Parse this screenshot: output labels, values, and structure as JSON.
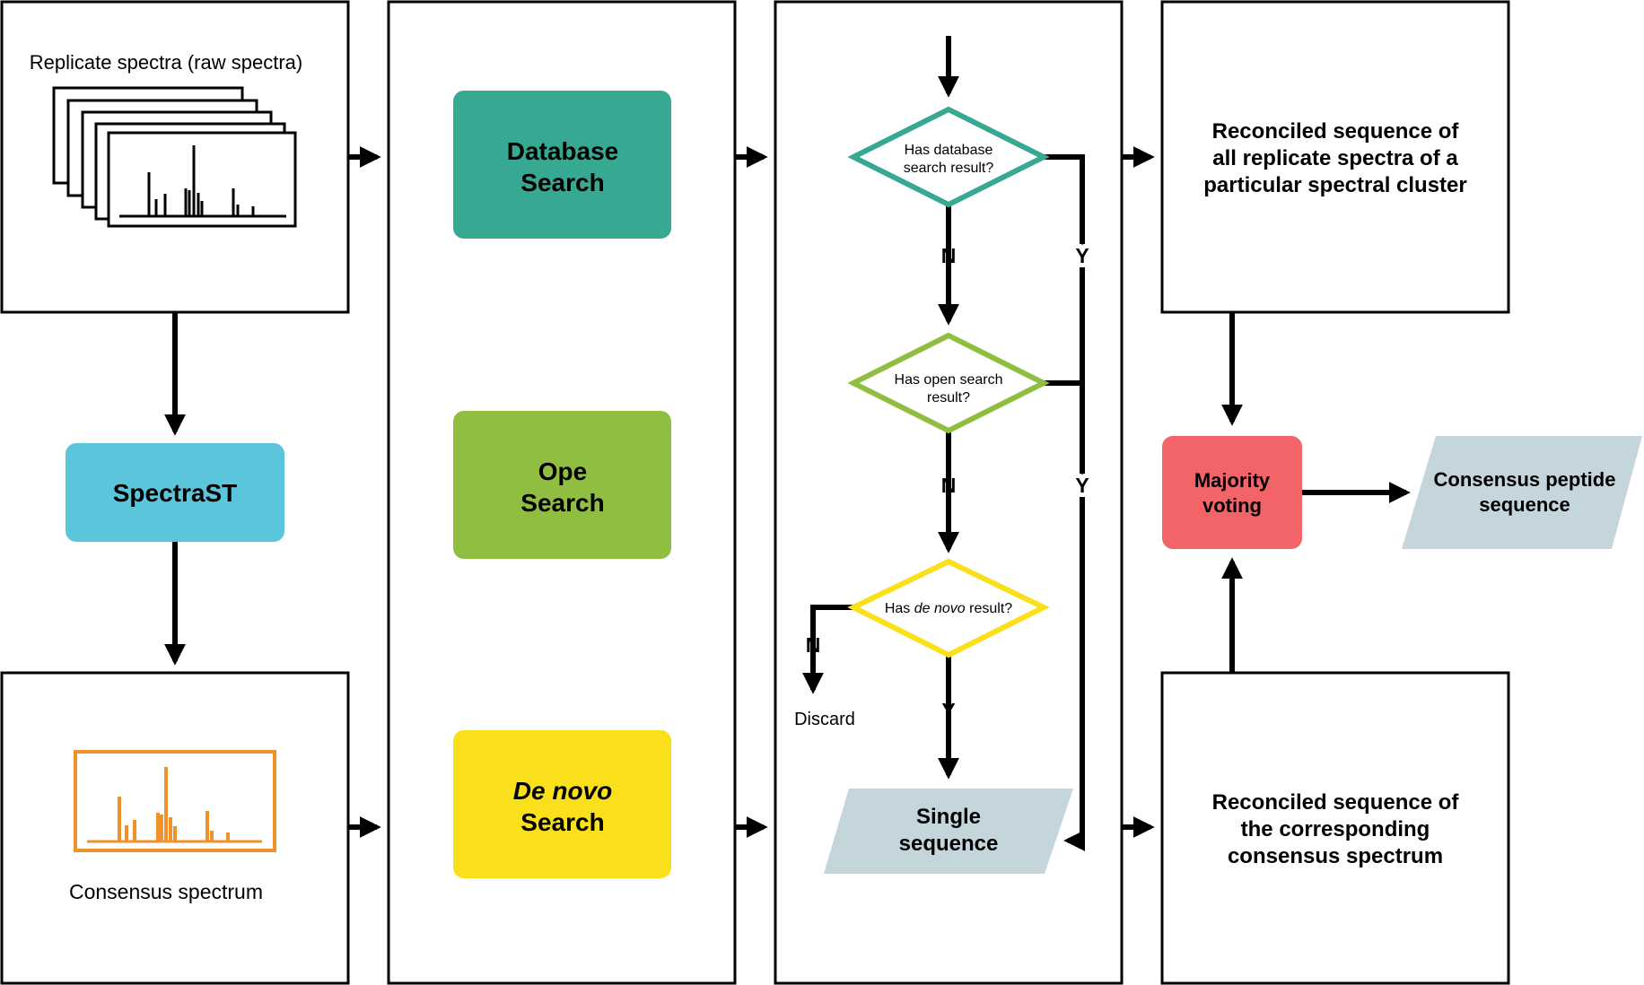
{
  "panel1": {
    "replicate_label": "Replicate spectra (raw spectra)",
    "consensus_label": "Consensus spectrum"
  },
  "spectrast": {
    "label": "SpectraST"
  },
  "panel2": {
    "database_search": [
      "Database",
      "Search"
    ],
    "open_search": [
      "Ope",
      "Search"
    ],
    "de_novo_search": [
      "De novo",
      "Search"
    ]
  },
  "panel3": {
    "q_database": [
      "Has database",
      "search result?"
    ],
    "q_open": [
      "Has open search",
      "result?"
    ],
    "q_de_novo": {
      "prefix": "Has ",
      "italic": "de novo",
      "suffix": " result?"
    },
    "yes": "Y",
    "no": "N",
    "discard": "Discard",
    "single_sequence": [
      "Single",
      "sequence"
    ]
  },
  "panel4": {
    "reconciled_replicates": [
      "Reconciled sequence of",
      "all replicate spectra of a",
      "particular spectral cluster"
    ],
    "reconciled_consensus": [
      "Reconciled sequence of",
      "the corresponding",
      "consensus spectrum"
    ]
  },
  "majority_voting": [
    "Majority",
    "voting"
  ],
  "consensus_peptide": [
    "Consensus peptide",
    "sequence"
  ],
  "colors": {
    "database": "#37a892",
    "open": "#8fbe41",
    "de_novo": "#f9e01a",
    "spectrast": "#5bc5dc",
    "majority": "#f26468",
    "output": "#c5d5dc",
    "consensus_spectrum": "#f0922b"
  }
}
